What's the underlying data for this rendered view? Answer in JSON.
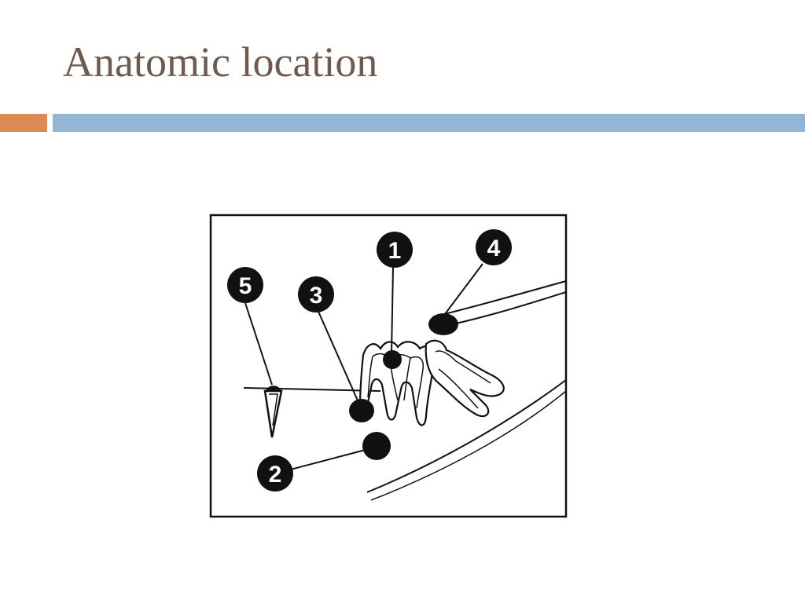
{
  "slide": {
    "title": "Anatomic location"
  },
  "diagram": {
    "markers": [
      {
        "id": "1",
        "label": "1"
      },
      {
        "id": "2",
        "label": "2"
      },
      {
        "id": "3",
        "label": "3"
      },
      {
        "id": "4",
        "label": "4"
      },
      {
        "id": "5",
        "label": "5"
      }
    ]
  },
  "colors": {
    "title": "#6e5a4e",
    "accent_orange": "#dc8b55",
    "accent_blue": "#93b6d5",
    "ink": "#111111"
  }
}
